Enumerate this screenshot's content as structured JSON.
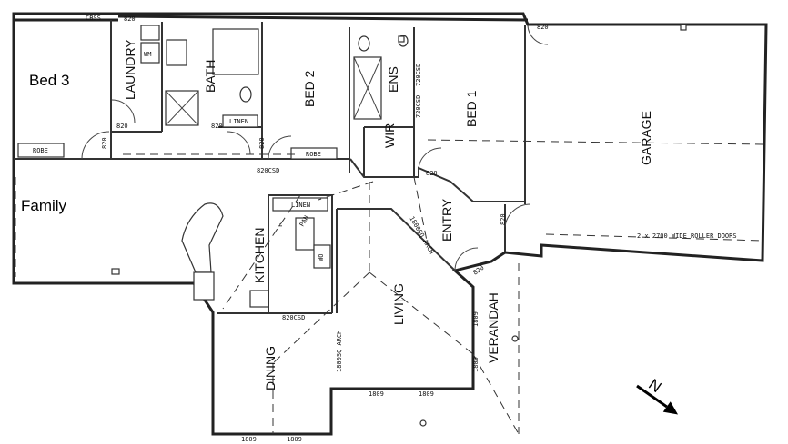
{
  "labels": {
    "bed3": "Bed 3",
    "family": "Family",
    "laundry": "LAUNDRY",
    "bath": "BATH",
    "bed2": "BED 2",
    "ens": "ENS",
    "bed1": "BED 1",
    "wir": "WIR",
    "garage": "GARAGE",
    "kitchen": "KITCHEN",
    "entry": "ENTRY",
    "living": "LIVING",
    "dining": "DINING",
    "verandah": "VERANDAH",
    "linen_top": "LINEN",
    "linen_bath": "LINEN",
    "robe_bed3": "ROBE",
    "robe_bed2": "ROBE",
    "pan": "PAN",
    "wo": "WO",
    "wm": "WM",
    "f": "F",
    "cbs": "CBSS"
  },
  "dims": {
    "d820_top": "820",
    "d820_garage": "820",
    "d820_laundry": "820",
    "d820_bath": "820",
    "d820_bed3": "820",
    "d820_bed2": "820",
    "d820_bed1": "820",
    "d820_entry": "820",
    "d820_porch": "820",
    "csd_hall": "820CSD",
    "csd_ens": "720CSD",
    "csd_wir": "720CSD",
    "csd_kitchen": "820CSD",
    "arch_entry": "1800SQ ARCH",
    "arch_dining": "1800SQ ARCH",
    "d1809_a": "1809",
    "d1809_b": "1809",
    "d1809_c": "1809",
    "d1809_d": "1809",
    "d1809_e": "1809",
    "d1809_f": "1809",
    "roller": "2 x 2700 WIDE ROLLER DOORS"
  },
  "north_arrow": "N"
}
